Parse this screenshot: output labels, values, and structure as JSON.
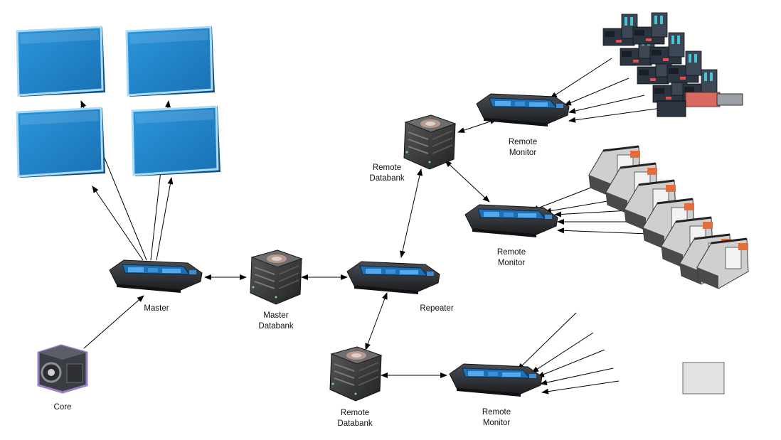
{
  "labels": {
    "core": "Core",
    "master": "Master",
    "master_databank": [
      "Master",
      "Databank"
    ],
    "repeater": "Repeater",
    "remote_databank_top": [
      "Remote",
      "Databank"
    ],
    "remote_databank_bottom": [
      "Remote",
      "Databank"
    ],
    "remote_monitor_1": [
      "Remote",
      "Monitor"
    ],
    "remote_monitor_2": [
      "Remote",
      "Monitor"
    ],
    "remote_monitor_3": [
      "Remote",
      "Monitor"
    ]
  },
  "icons": {
    "screen": "display-screen-icon",
    "console": "monitor-console-icon",
    "databank": "databank-cube-icon",
    "core": "core-cube-icon"
  },
  "colors": {
    "screen_face": "#1f86cc",
    "screen_edge": "#9fd6f5",
    "console_body": "#2a2d31",
    "console_panel": "#1f6fb5",
    "databank_body": "#3a3a3a",
    "core_glow": "#9b7fc6",
    "arrow": "#000000"
  }
}
